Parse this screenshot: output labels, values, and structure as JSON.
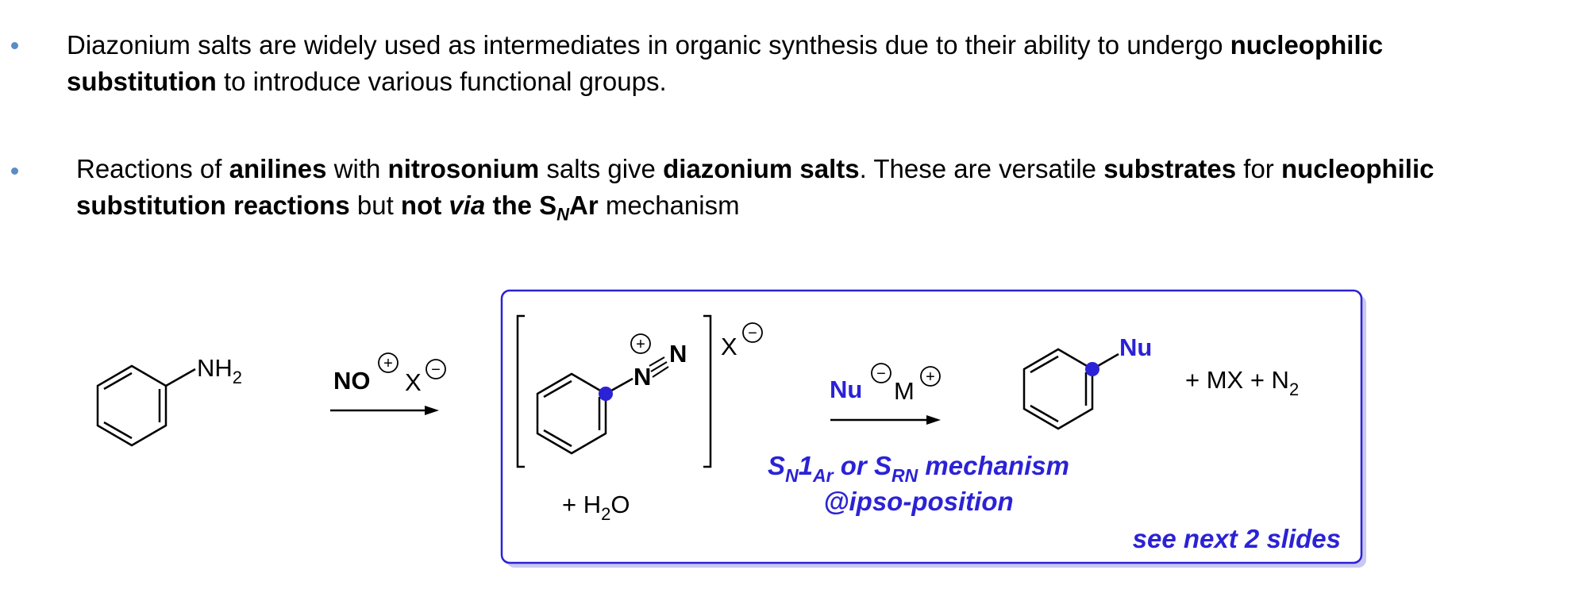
{
  "bullets": [
    {
      "line1": {
        "p1": "Diazonium salts are widely used as intermediates in organic synthesis due to their ability to undergo ",
        "b1": "nucleophilic"
      },
      "line2": {
        "b1": "substitution",
        "p1": " to introduce various functional groups."
      }
    },
    {
      "line1": {
        "p1": "Reactions of ",
        "b1": "anilines",
        "p2": " with ",
        "b2": "nitrosonium",
        "p3": " salts give ",
        "b3": "diazonium salts",
        "p4": ". These are versatile ",
        "b4": "substrates",
        "p5": " for ",
        "b5": "nucleophilic"
      },
      "line2": {
        "b1": "substitution reactions",
        "p1": " but ",
        "b2": "not ",
        "bi": "via",
        "b3": " the S",
        "sub": "N",
        "b4": "Ar",
        "p2": " mechanism"
      }
    }
  ],
  "scheme": {
    "aniline_label": "NH",
    "aniline_sub": "2",
    "reagent1_no": "NO",
    "reagent1_x": "X",
    "plus_charge": "+",
    "minus_charge": "−",
    "diazonium_n_inner": "N",
    "diazonium_n_outer": "N",
    "bracket_counterion": "X",
    "byproduct_water": "+ H",
    "water_sub": "2",
    "water_o": "O",
    "reagent2_nu": "Nu",
    "reagent2_m": "M",
    "mechanism_line1": {
      "s1": "S",
      "sub1": "N",
      "one": "1",
      "sub2": "Ar",
      "mid": " or S",
      "sub3": "RN",
      "end": " mechanism"
    },
    "mechanism_line2": "@ipso-position",
    "product_label": "Nu",
    "products_rest": "+ MX + N",
    "n2_sub": "2",
    "next_note": "see next 2 slides"
  },
  "colors": {
    "accent": "#2b22d6",
    "bullet": "#5b8cc6",
    "box_shadow": "#c9c9f0"
  }
}
